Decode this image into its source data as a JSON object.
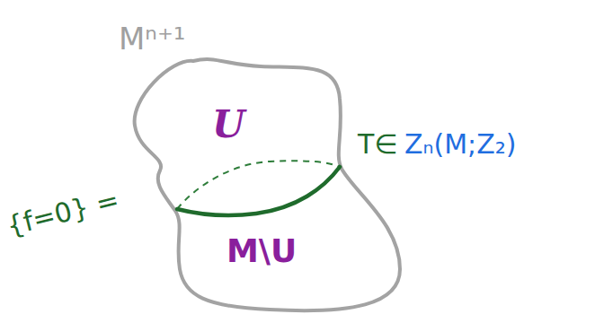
{
  "diagram": {
    "labels": [
      "Mⁿ⁺¹",
      "U",
      "M\\U",
      "T∈",
      "Zₙ(M;Z₂)",
      "{f=0} ="
    ]
  }
}
